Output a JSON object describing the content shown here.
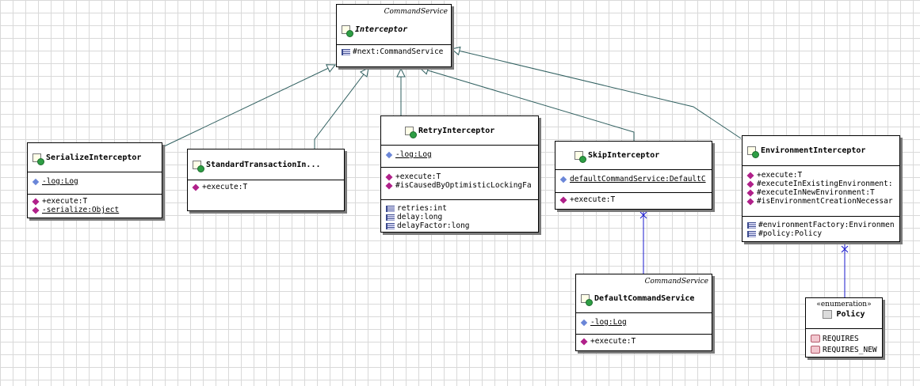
{
  "interceptor": {
    "stereotype": "CommandService",
    "name": "Interceptor",
    "attributes": [
      "#next:CommandService"
    ]
  },
  "serialize": {
    "name": "SerializeInterceptor",
    "attributes": [
      "-log:Log"
    ],
    "operations": [
      "+execute:T",
      "-serialize:Object"
    ]
  },
  "standard": {
    "name": "StandardTransactionIn...",
    "operations": [
      "+execute:T"
    ]
  },
  "retry": {
    "name": "RetryInterceptor",
    "attributes": [
      "-log:Log"
    ],
    "operations": [
      "+execute:T",
      "#isCausedByOptimisticLockingFa"
    ],
    "fields": [
      "retries:int",
      "delay:long",
      "delayFactor:long"
    ]
  },
  "skip": {
    "name": "SkipInterceptor",
    "attributes": [
      "defaultCommandService:DefaultC"
    ],
    "operations": [
      "+execute:T"
    ]
  },
  "environment": {
    "name": "EnvironmentInterceptor",
    "operations": [
      "+execute:T",
      "#executeInExistingEnvironment:",
      "#executeInNewEnvironment:T",
      "#isEnvironmentCreationNecessar"
    ],
    "fields": [
      "#environmentFactory:Environmen",
      "#policy:Policy"
    ]
  },
  "default_cs": {
    "stereotype": "CommandService",
    "name": "DefaultCommandService",
    "attributes": [
      "-log:Log"
    ],
    "operations": [
      "+execute:T"
    ]
  },
  "policy": {
    "stereotype": "«enumeration»",
    "name": "Policy",
    "literals": [
      "REQUIRES",
      "REQUIRES_NEW"
    ]
  },
  "colors": {
    "generalization": "#2f5f5f",
    "association": "#1a1acc"
  },
  "icons": {
    "class": "class-icon",
    "operation": "method-icon",
    "static_field": "static-field-icon",
    "field": "field-icon",
    "enum": "enumeration-icon",
    "literal": "enum-literal-icon"
  }
}
